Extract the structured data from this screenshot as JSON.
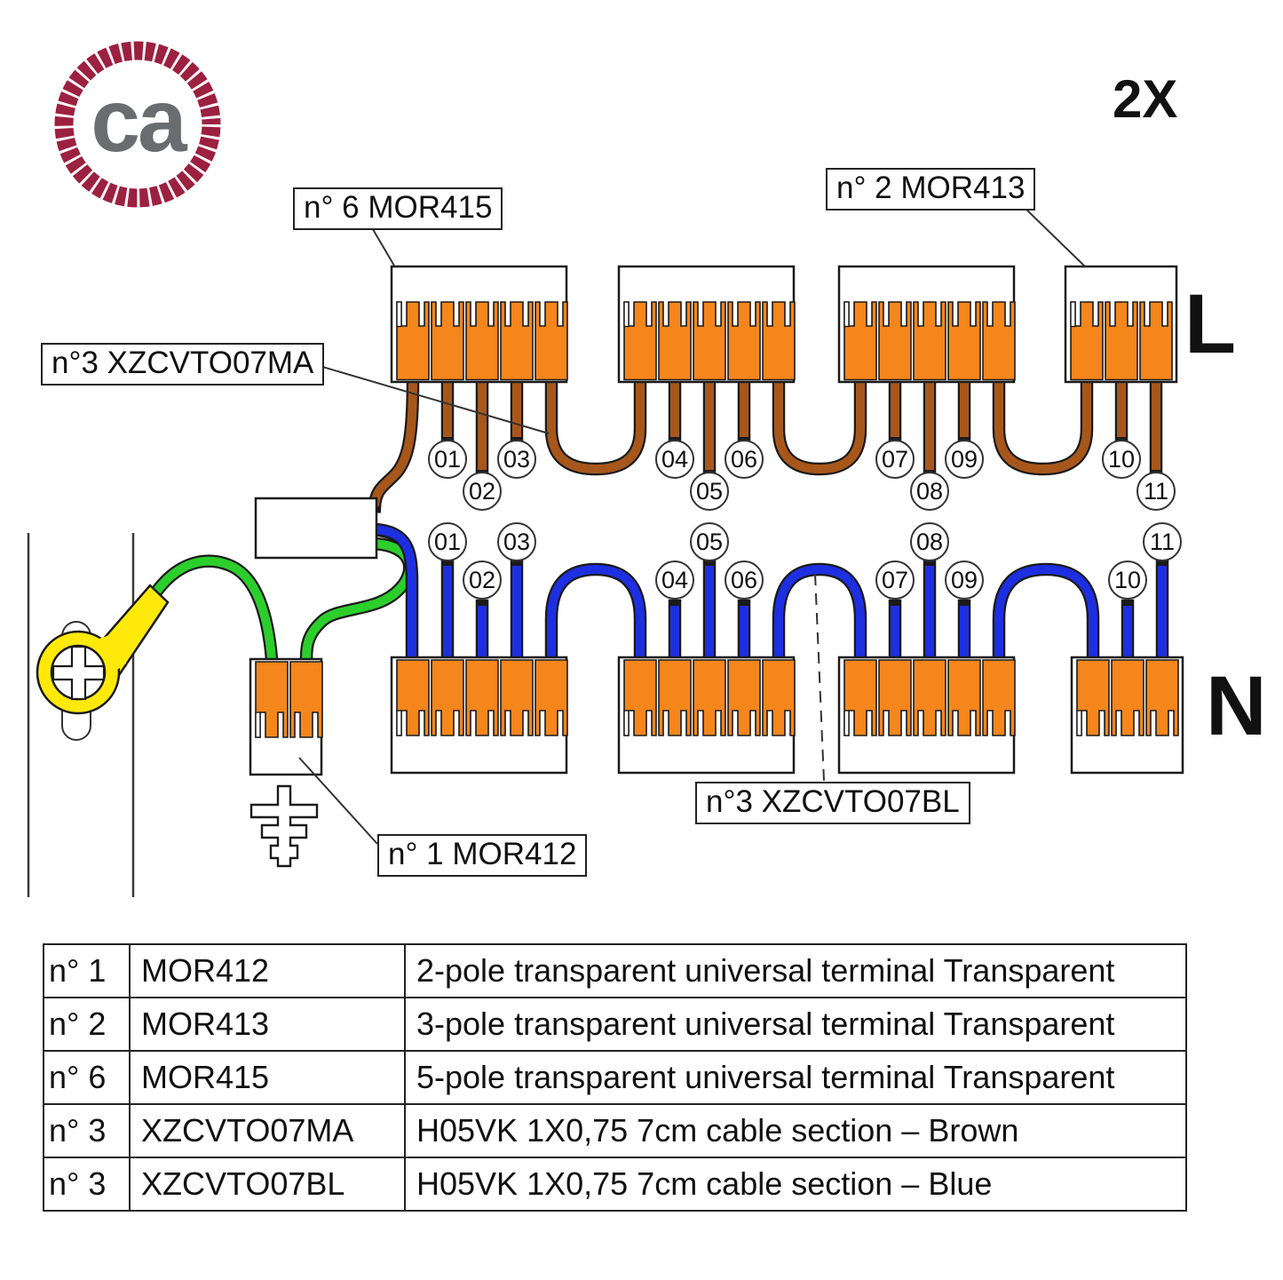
{
  "logo": {
    "text": "ca"
  },
  "quantity_note": "2X",
  "row_labels": {
    "line": "L",
    "neutral": "N"
  },
  "callouts": {
    "mor415": "n° 6 MOR415",
    "mor413": "n° 2  MOR413",
    "cable_brown": "n°3 XZCVTO07MA",
    "cable_blue": "n°3 XZCVTO07BL",
    "mor412": "n° 1 MOR412"
  },
  "circles": {
    "l": [
      "01",
      "02",
      "03",
      "04",
      "05",
      "06",
      "07",
      "08",
      "09",
      "10",
      "11"
    ],
    "n": [
      "01",
      "02",
      "03",
      "04",
      "05",
      "06",
      "07",
      "08",
      "09",
      "10",
      "11"
    ]
  },
  "colors": {
    "terminal_orange": "#F5861C",
    "wire_brown": "#A8571B",
    "wire_blue": "#1D2FE0",
    "wire_green": "#2CCE2C",
    "terminal_yellow": "#FFE90A",
    "logo_maroon": "#9C2040",
    "logo_gray": "#6A6D70",
    "outline": "#1a1a1a"
  },
  "table": {
    "rows": [
      {
        "qty": "n° 1",
        "code": "MOR412",
        "desc": "2-pole transparent universal terminal Transparent"
      },
      {
        "qty": "n° 2",
        "code": "MOR413",
        "desc": "3-pole transparent universal terminal Transparent"
      },
      {
        "qty": "n° 6",
        "code": "MOR415",
        "desc": "5-pole transparent universal terminal Transparent"
      },
      {
        "qty": "n° 3",
        "code": "XZCVTO07MA",
        "desc": "H05VK 1X0,75 7cm cable section – Brown"
      },
      {
        "qty": "n° 3",
        "code": "XZCVTO07BL",
        "desc": "H05VK 1X0,75 7cm cable section – Blue"
      }
    ]
  }
}
